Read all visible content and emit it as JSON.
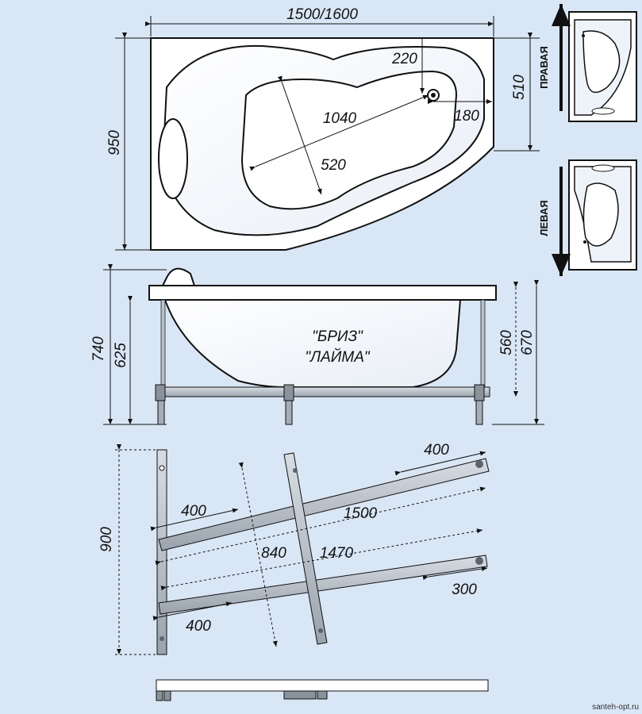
{
  "top_view": {
    "width_label": "1500/1600",
    "height_label": "950",
    "dim_220": "220",
    "dim_510": "510",
    "dim_180": "180",
    "dim_1040": "1040",
    "dim_520": "520"
  },
  "side_view": {
    "dim_740": "740",
    "dim_625": "625",
    "dim_560": "560",
    "dim_670": "670",
    "model_line1": "\"БРИЗ\"",
    "model_line2": "\"ЛАЙМА\""
  },
  "frame_view": {
    "dim_900": "900",
    "dim_400_top": "400",
    "dim_400_left": "400",
    "dim_1500": "1500",
    "dim_840": "840",
    "dim_1470": "1470",
    "dim_400_bottom": "400",
    "dim_300": "300"
  },
  "variants": {
    "right_label": "ПРАВАЯ",
    "left_label": "ЛЕВАЯ"
  },
  "watermark": "santeh-opt.ru",
  "colors": {
    "background": "#d9e6f5",
    "outline": "#111111",
    "frame": "#5a6470"
  }
}
